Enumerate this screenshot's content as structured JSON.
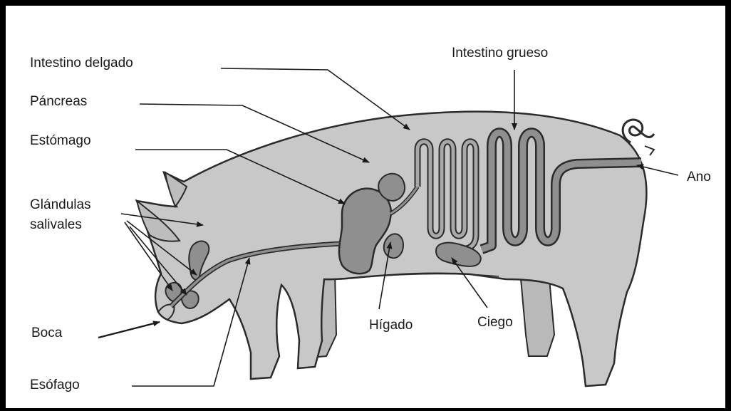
{
  "labels": {
    "intestino_delgado": "Intestino delgado",
    "pancreas": "Páncreas",
    "estomago": "Estómago",
    "glandulas_1": "Glándulas",
    "glandulas_2": "salivales",
    "boca": "Boca",
    "esofago": "Esófago",
    "intestino_grueso": "Intestino grueso",
    "ano": "Ano",
    "higado": "Hígado",
    "ciego": "Ciego"
  },
  "colors": {
    "body_fill": "#c8c8c8",
    "organ_fill": "#8f8f8f",
    "outline": "#2b2b2b",
    "frame": "#000000"
  }
}
